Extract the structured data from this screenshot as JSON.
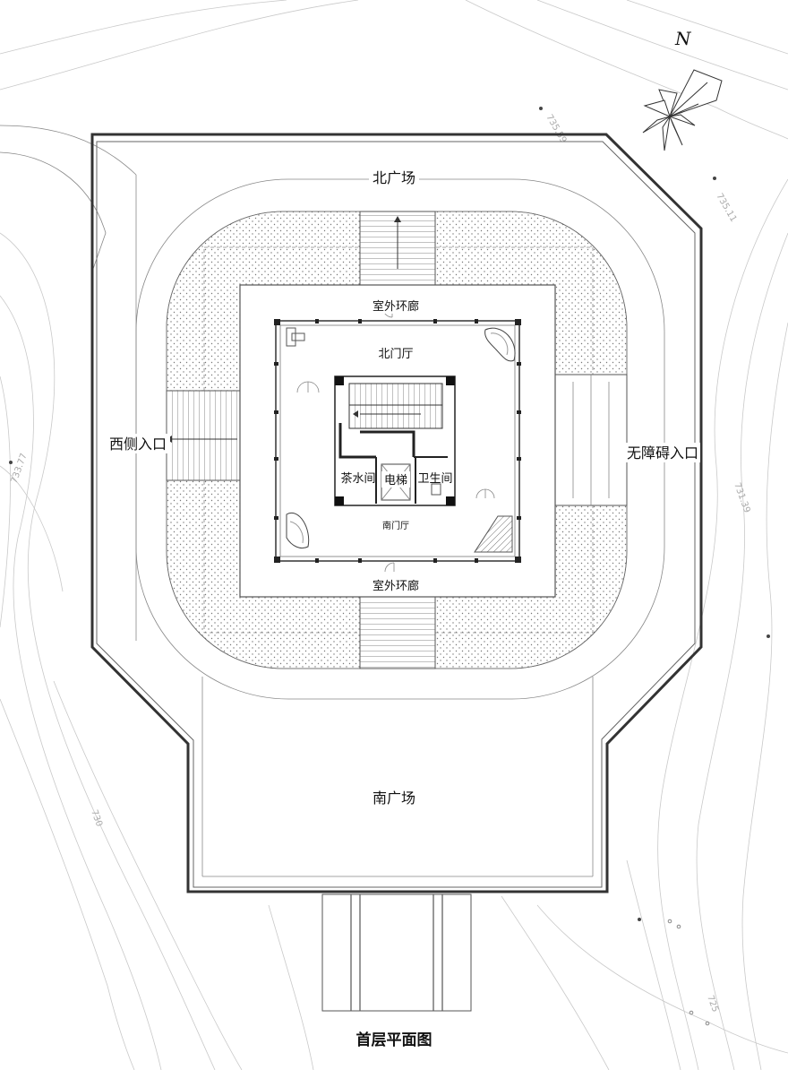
{
  "labels": {
    "north_plaza": "北广场",
    "south_plaza": "南广场",
    "west_entrance": "西侧入口",
    "accessible_entrance": "无障碍入口",
    "outer_corridor_north": "室外环廊",
    "outer_corridor_south": "室外环廊",
    "north_hall": "北门厅",
    "south_hall": "南门厅",
    "tea_room": "茶水间",
    "elevator": "电梯",
    "restroom": "卫生间",
    "caption": "首层平面图",
    "north_arrow": "N"
  },
  "contour_elevations": [
    "735.59",
    "733.77",
    "731.39",
    "730",
    "725",
    "735.11"
  ],
  "colors": {
    "line": "#555555",
    "heavy_line": "#333333",
    "topo": "#c9c9c9",
    "hatch": "#888888"
  }
}
